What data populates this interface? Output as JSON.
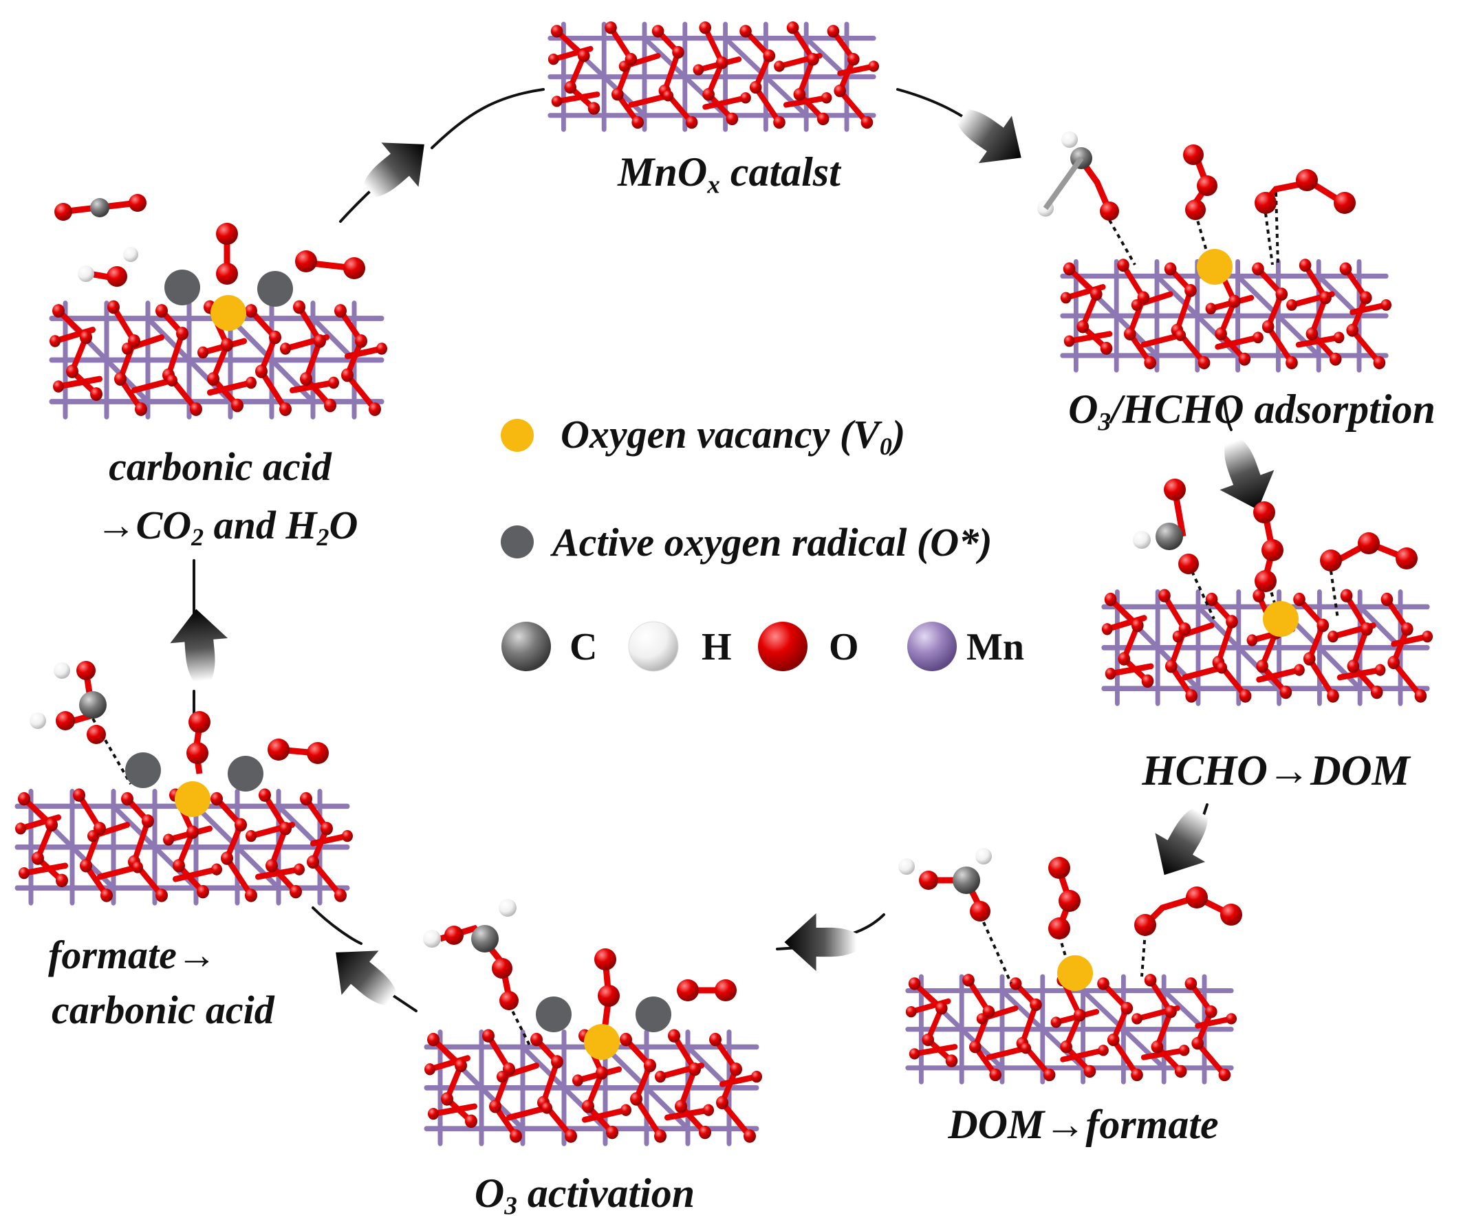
{
  "stages": {
    "catalyst": {
      "name": "MnO",
      "sub": "x",
      "rest": " catalst"
    },
    "adsorption": {
      "pre": "O",
      "sub": "3",
      "rest": "/HCHO adsorption"
    },
    "hcho_dom": {
      "text": "HCHO→DOM"
    },
    "dom_formate": {
      "text": "DOM→formate"
    },
    "o3_activation": {
      "pre": "O",
      "sub": "3",
      "rest": " activation"
    },
    "formate_carbonic": {
      "line1": "formate→",
      "line2": "carbonic acid"
    },
    "carbonic_co2": {
      "line1": "carbonic acid",
      "line2_a": "→CO",
      "line2_sub1": "2",
      "line2_b": " and H",
      "line2_sub2": "2",
      "line2_c": "O"
    }
  },
  "legend": {
    "vacancy": {
      "label": "Oxygen vacancy (V",
      "sub": "0",
      "close": ")",
      "color": "#F7B90F"
    },
    "radical": {
      "label": "Active oxygen radical (O*)",
      "color": "#5E5F62"
    },
    "atoms": [
      {
        "symbol": "C",
        "color": "#7A7A7A"
      },
      {
        "symbol": "H",
        "color": "#F2F2F2"
      },
      {
        "symbol": "O",
        "color": "#E00000"
      },
      {
        "symbol": "Mn",
        "color": "#9A83BE"
      }
    ]
  },
  "colors": {
    "oxygen": "#E30000",
    "manganese": "#8E78B4",
    "vacancy": "#F7B90F",
    "radical": "#5E5F62",
    "carbon": "#707070",
    "hydrogen": "#F4F4F4"
  }
}
